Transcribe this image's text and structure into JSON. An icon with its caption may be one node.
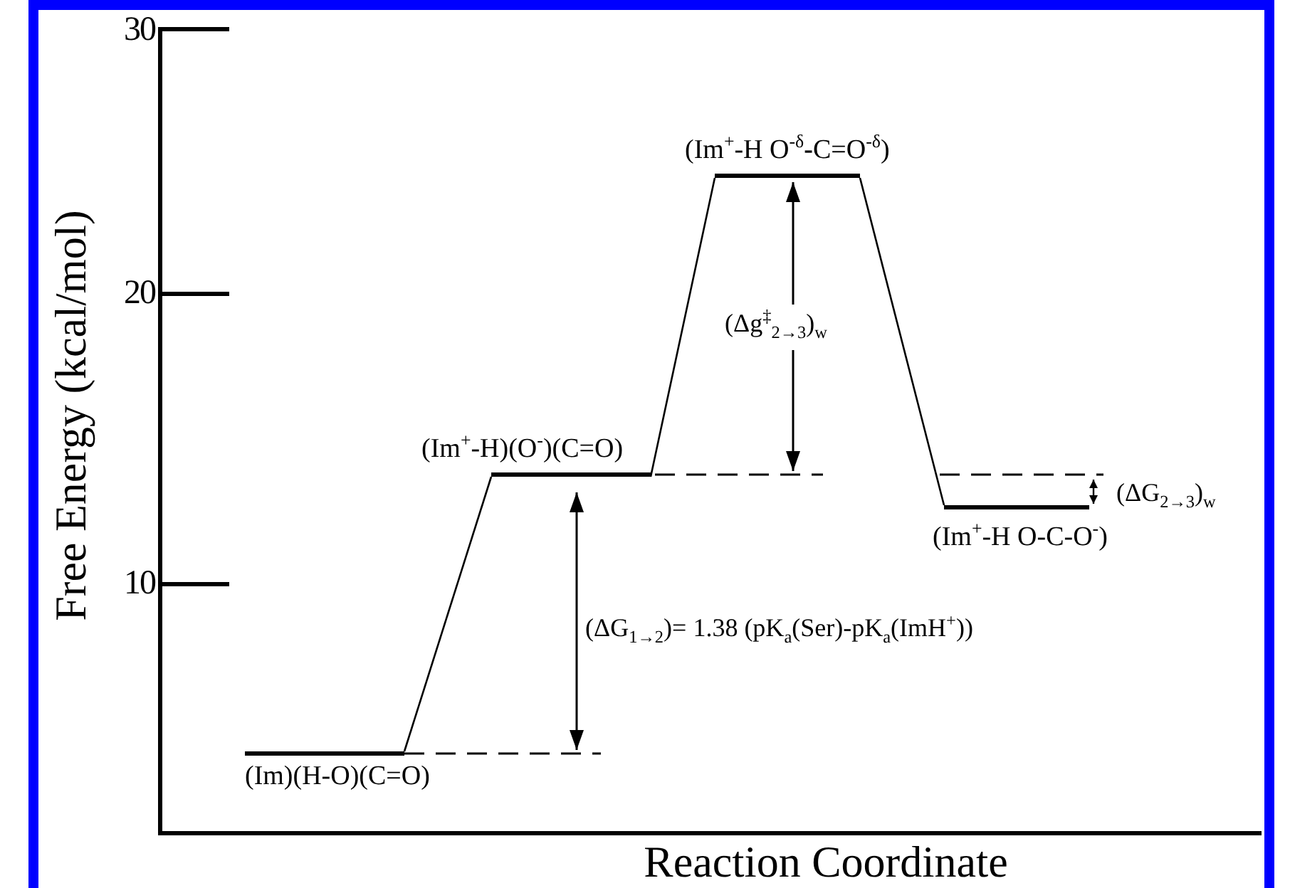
{
  "diagram": {
    "nodes": [
      {
        "text": [
          "(Im)(H-O)(C=O)"
        ]
      },
      {
        "text": [
          "(Im$^{+}$-H)(O$^{-}$)(C=O)"
        ]
      },
      {
        "text": [
          "(Im$^{+}$-H O$^{-δ}$**-**C=O$^{-δ}$)"
        ]
      },
      {
        "text": [
          "(Im$^{+}$-H O-C-O$^{-}$)"
        ]
      }
    ],
    "edges": [
      {
        "from": 0,
        "to": 1,
        "arrow": "none"
      },
      {
        "from": 1,
        "to": 2,
        "arrow": "none"
      },
      {
        "from": 2,
        "to": 3,
        "arrow": "none"
      }
    ],
    "labels": [
      "30",
      "20",
      "(Δg$^{‡}$$_{2→3}$)$_{w}$",
      "Free Energy (kcal/mol)",
      "(ΔG$_{2→3}$)$_{w}$",
      "10",
      "(ΔG$_{1→2}$)= 1.38 (pK$_{a}$(Ser)-pK$_{a}$(ImH$^{+}$))",
      "Reaction Coordinate"
    ]
  }
}
